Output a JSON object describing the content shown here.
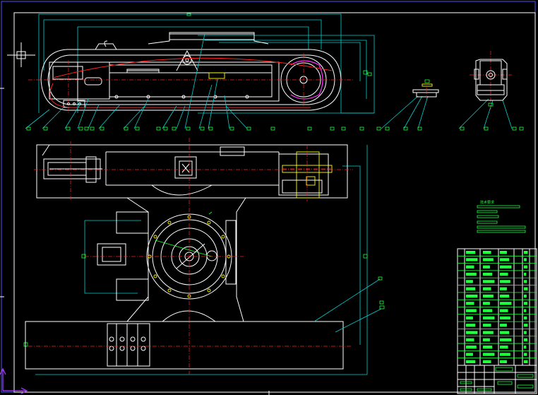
{
  "drawing": {
    "colors": {
      "background": "#000000",
      "outline": "#ffffff",
      "dimension": "#00d0d0",
      "centerline": "#ff2020",
      "chain": "#ff30ff",
      "text": "#20ff40",
      "hidden": "#ffff00",
      "frame": "#5050ff"
    },
    "views": [
      "side-view",
      "top-view",
      "end-view",
      "detail-view"
    ],
    "tech_requirements_title": "技术要求",
    "bom_rows": 16,
    "leader_count": 22
  }
}
